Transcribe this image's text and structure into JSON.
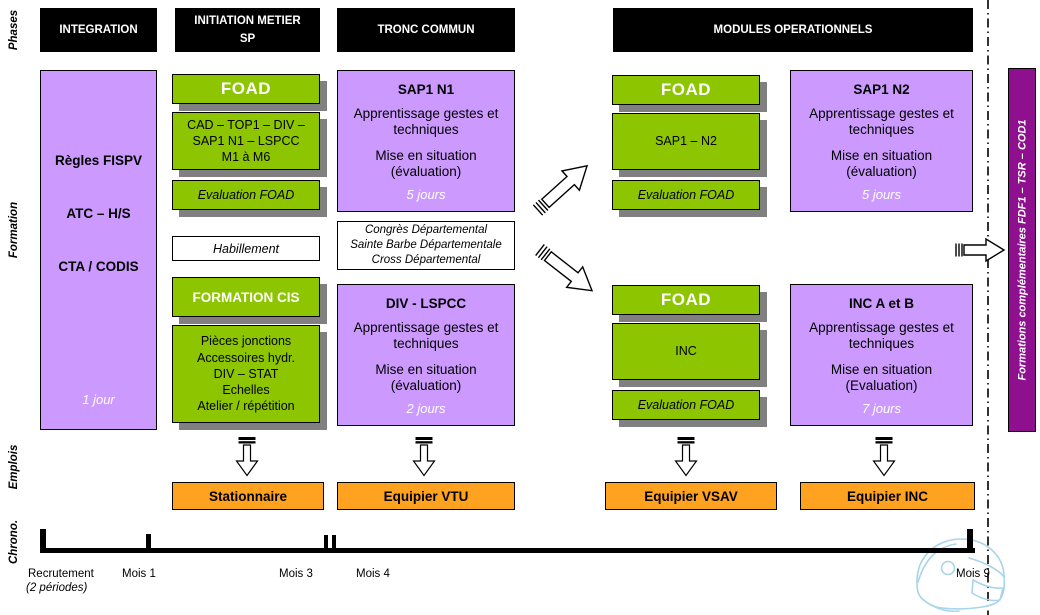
{
  "side_labels": {
    "phases": "Phases",
    "formation": "Formation",
    "emplois": "Emplois",
    "chrono": "Chrono."
  },
  "headers": {
    "integration": "INTEGRATION",
    "initiation": "INITIATION  METIER\nSP",
    "tronc": "TRONC COMMUN",
    "modules": "MODULES OPERATIONNELS"
  },
  "integration_box": {
    "line1": "Règles FISPV",
    "line2": "ATC – H/S",
    "line3": "CTA / CODIS",
    "duration": "1 jour"
  },
  "initiation_col": {
    "foad": "FOAD",
    "foad_detail": "CAD – TOP1 – DIV –\nSAP1 N1 – LSPCC\nM1 à M6",
    "evaluation": "Evaluation FOAD",
    "habillement": "Habillement",
    "formation_cis": "FORMATION CIS",
    "cis_detail": "Pièces jonctions\nAccessoires hydr.\nDIV – STAT\nEchelles\nAtelier / répétition"
  },
  "tronc_col": {
    "sap1n1": {
      "title": "SAP1 N1",
      "body1": "Apprentissage gestes et techniques",
      "body2": "Mise en situation (évaluation)",
      "duration": "5 jours"
    },
    "events": "Congrès Départemental\nSainte Barbe Départementale\nCross Départemental",
    "div_lspcc": {
      "title": "DIV - LSPCC",
      "body1": "Apprentissage gestes et techniques",
      "body2": "Mise en situation (évaluation)",
      "duration": "2 jours"
    }
  },
  "modules_col": {
    "foad_sap": "FOAD",
    "sap_detail": "SAP1 – N2",
    "eval_sap": "Evaluation FOAD",
    "sap1n2": {
      "title": "SAP1 N2",
      "body1": "Apprentissage gestes et techniques",
      "body2": "Mise en situation (évaluation)",
      "duration": "5 jours"
    },
    "foad_inc": "FOAD",
    "inc_detail": "INC",
    "eval_inc": "Evaluation FOAD",
    "inc_ab": {
      "title": "INC A et B",
      "body1": "Apprentissage gestes et techniques",
      "body2": "Mise en situation (Evaluation)",
      "duration": "7 jours"
    }
  },
  "jobs": {
    "stationnaire": "Stationnaire",
    "vtu": "Equipier VTU",
    "vsav": "Equipier VSAV",
    "inc": "Equipier INC"
  },
  "complementary_bar": "Formations complémentaires FDF1 – TSR – COD1",
  "timeline": {
    "recrutement": "Recrutement",
    "periodes": "(2 périodes)",
    "mois1": "Mois 1",
    "mois3": "Mois 3",
    "mois4": "Mois 4",
    "mois9": "Mois 9"
  },
  "colors": {
    "green": "#8dc501",
    "light_purple": "#cc99ff",
    "orange": "#ffa220",
    "dark_purple": "#8e108e",
    "shadow_gray": "#808080",
    "helmet_blue": "#a9d4ea"
  }
}
